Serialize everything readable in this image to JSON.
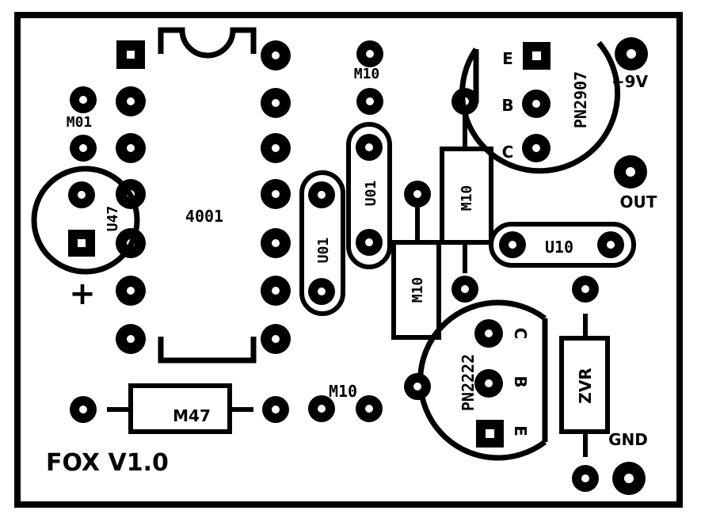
{
  "board": {
    "colors": {
      "ink": "#000000",
      "paper": "#ffffff"
    },
    "title": "FOX V1.0",
    "ic": {
      "label": "4001"
    },
    "labels": {
      "m01": "M01",
      "u47": "U47",
      "plus": "+",
      "m10_top": "M10",
      "m10_bottom": "M10",
      "u01_left": "U01",
      "u01_right": "U01",
      "m10_resistor_a": "M10",
      "m10_resistor_b": "M10",
      "u10": "U10",
      "m47": "M47",
      "zvr": "ZVR",
      "pn2907": "PN2907",
      "pn2222": "PN2222",
      "e_top": "E",
      "b_top": "B",
      "c_top": "C",
      "c_bottom": "C",
      "b_bottom": "B",
      "e_bottom": "E",
      "plus9v": "+9V",
      "out": "OUT",
      "gnd": "GND"
    }
  }
}
